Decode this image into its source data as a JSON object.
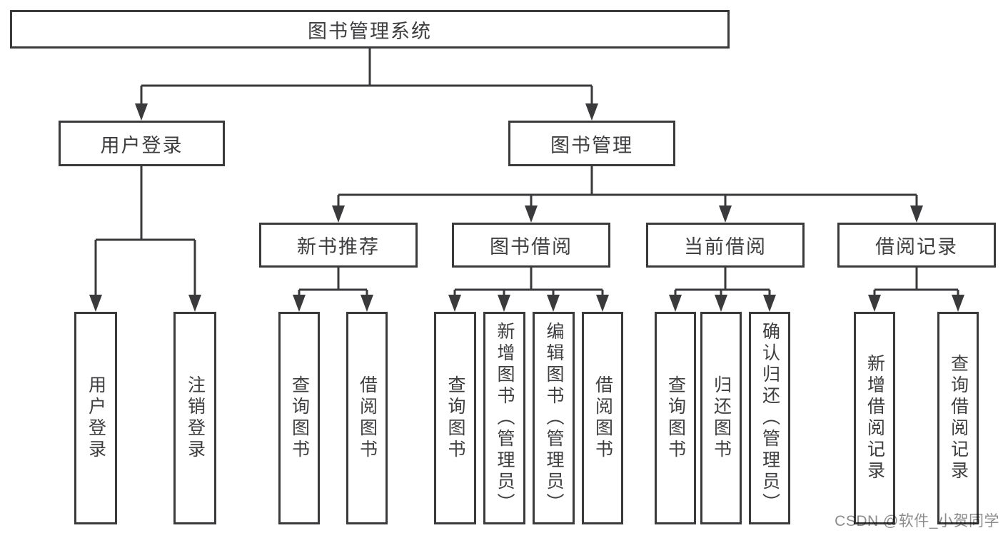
{
  "tree": {
    "root": "图书管理系统",
    "branches": [
      {
        "label": "用户登录",
        "children": [
          "用户登录",
          "注销登录"
        ]
      },
      {
        "label": "图书管理",
        "sections": [
          {
            "label": "新书推荐",
            "children": [
              "查询图书",
              "借阅图书"
            ]
          },
          {
            "label": "图书借阅",
            "children": [
              "查询图书",
              "新增图书（管理员）",
              "编辑图书（管理员）",
              "借阅图书"
            ]
          },
          {
            "label": "当前借阅",
            "children": [
              "查询图书",
              "归还图书",
              "确认归还（管理员）"
            ]
          },
          {
            "label": "借阅记录",
            "children": [
              "新增借阅记录",
              "查询借阅记录"
            ]
          }
        ]
      }
    ]
  },
  "watermark": {
    "text": "CSDN @软件_小贺同学"
  },
  "colors": {
    "line": "#3a3a3c",
    "text": "#3e3e40",
    "background": "#ffffff",
    "watermark": "#5f5f5f"
  }
}
